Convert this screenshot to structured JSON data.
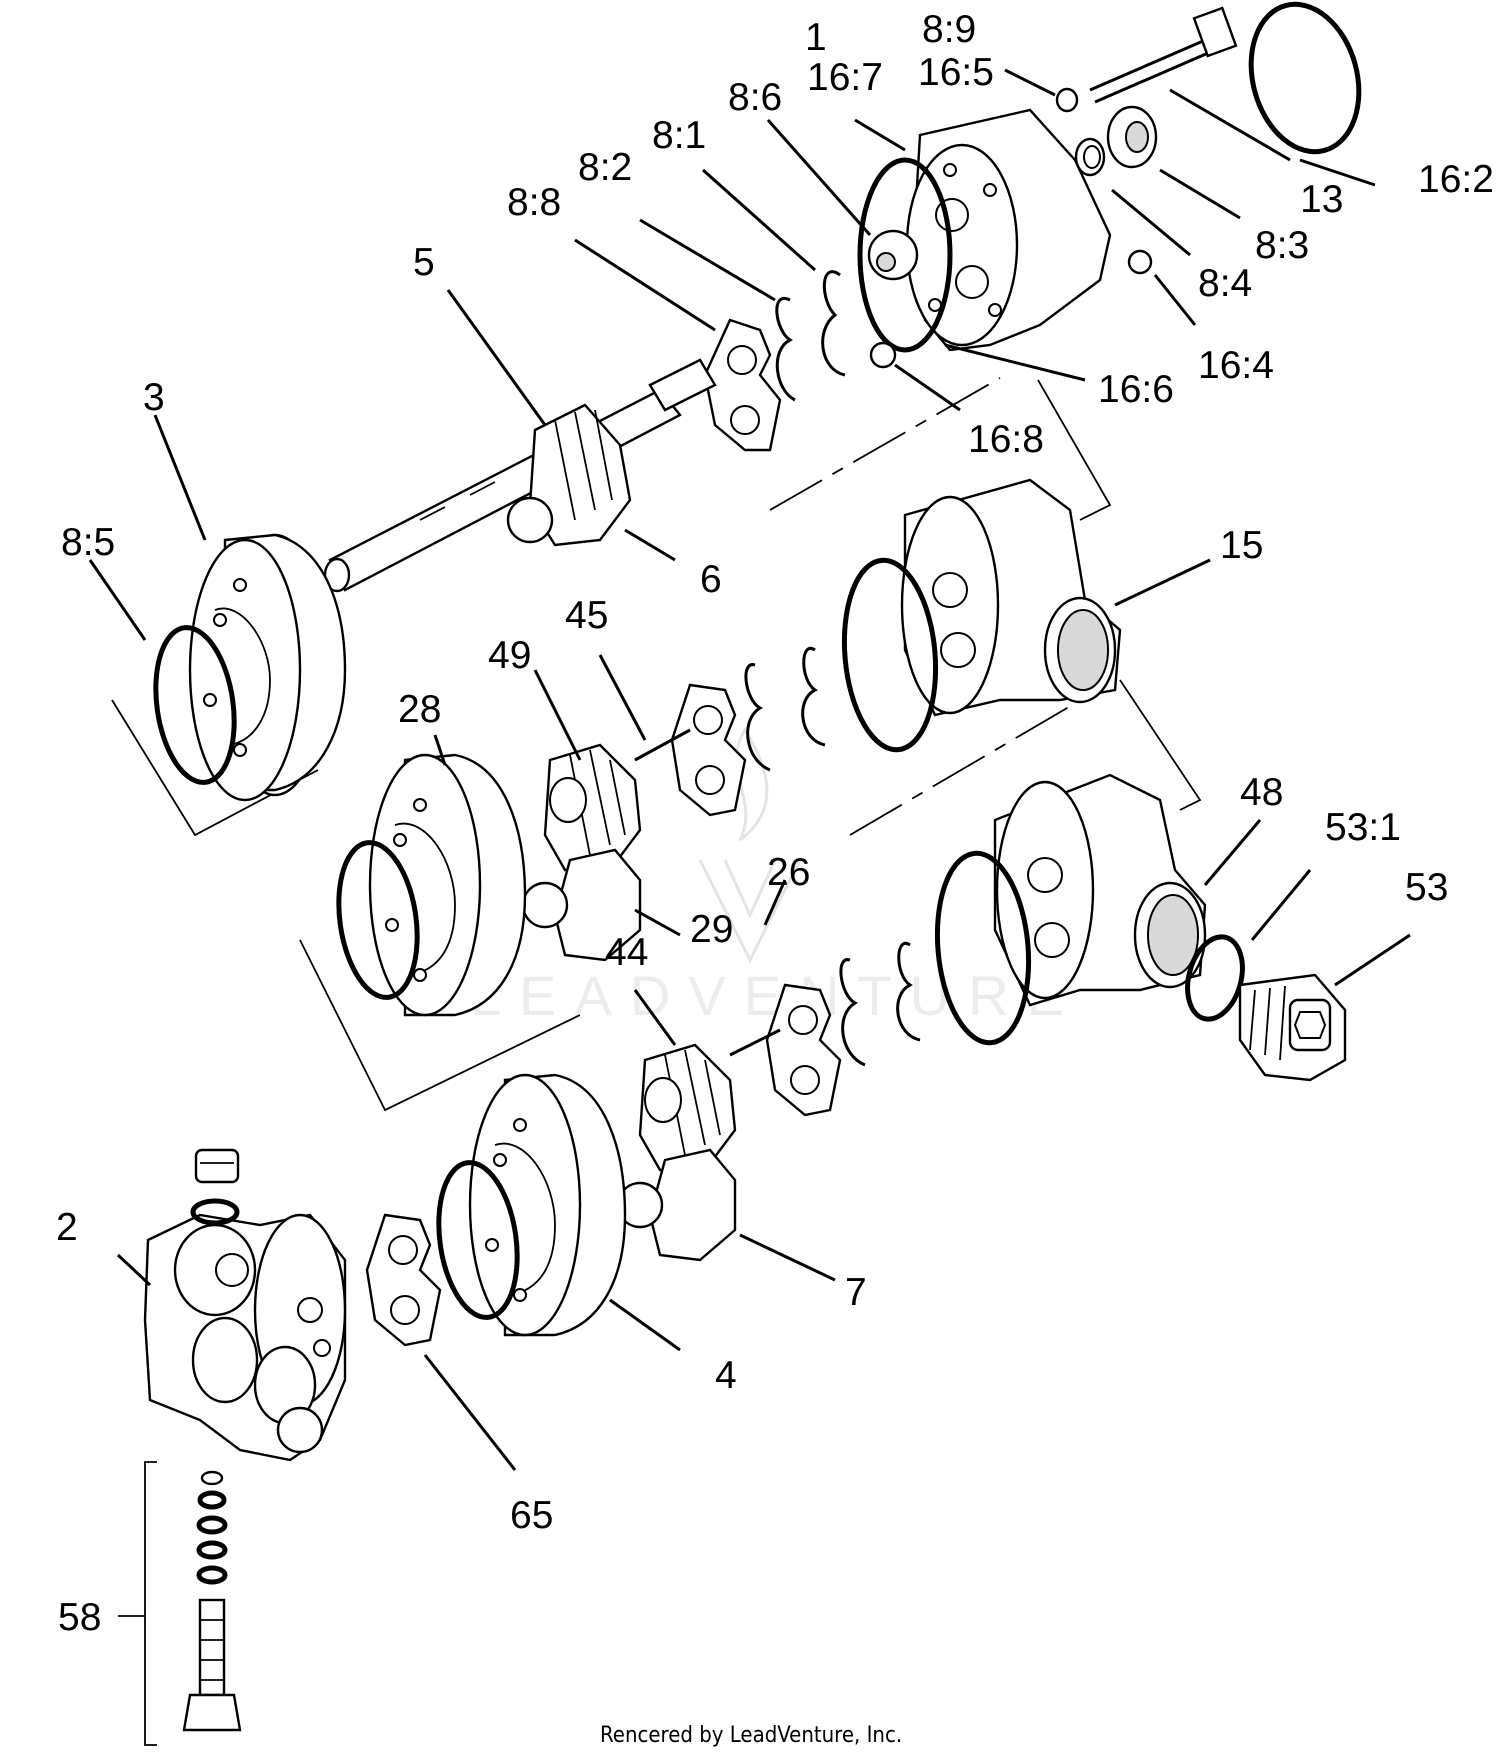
{
  "callouts": [
    {
      "id": "1",
      "text": "1"
    },
    {
      "id": "16-7",
      "text": "16:7"
    },
    {
      "id": "8-9",
      "text": "8:9"
    },
    {
      "id": "16-5",
      "text": "16:5"
    },
    {
      "id": "8-6",
      "text": "8:6"
    },
    {
      "id": "8-1",
      "text": "8:1"
    },
    {
      "id": "8-2",
      "text": "8:2"
    },
    {
      "id": "8-8",
      "text": "8:8"
    },
    {
      "id": "16-2",
      "text": "16:2"
    },
    {
      "id": "13",
      "text": "13"
    },
    {
      "id": "8-3",
      "text": "8:3"
    },
    {
      "id": "8-4",
      "text": "8:4"
    },
    {
      "id": "16-4",
      "text": "16:4"
    },
    {
      "id": "16-6",
      "text": "16:6"
    },
    {
      "id": "16-8",
      "text": "16:8"
    },
    {
      "id": "5",
      "text": "5"
    },
    {
      "id": "3",
      "text": "3"
    },
    {
      "id": "8-5",
      "text": "8:5"
    },
    {
      "id": "6",
      "text": "6"
    },
    {
      "id": "15",
      "text": "15"
    },
    {
      "id": "45",
      "text": "45"
    },
    {
      "id": "49",
      "text": "49"
    },
    {
      "id": "28",
      "text": "28"
    },
    {
      "id": "48",
      "text": "48"
    },
    {
      "id": "53-1",
      "text": "53:1"
    },
    {
      "id": "53",
      "text": "53"
    },
    {
      "id": "26",
      "text": "26"
    },
    {
      "id": "29",
      "text": "29"
    },
    {
      "id": "44",
      "text": "44"
    },
    {
      "id": "7",
      "text": "7"
    },
    {
      "id": "2",
      "text": "2"
    },
    {
      "id": "4",
      "text": "4"
    },
    {
      "id": "65",
      "text": "65"
    },
    {
      "id": "58",
      "text": "58"
    }
  ],
  "footer": "Rencered by LeadVenture, Inc.",
  "watermark": "LEADVENTURE"
}
